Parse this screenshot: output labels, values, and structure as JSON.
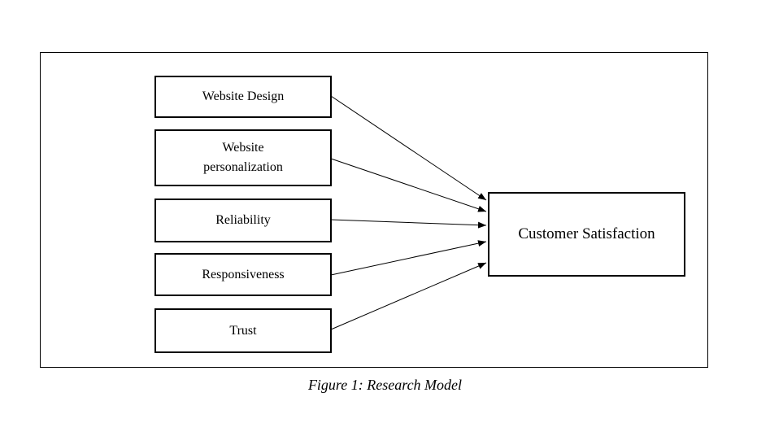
{
  "diagram": {
    "factors": [
      {
        "id": "website-design",
        "label": "Website Design"
      },
      {
        "id": "website-personalization",
        "label": "Website\npersonalization"
      },
      {
        "id": "reliability",
        "label": "Reliability"
      },
      {
        "id": "responsiveness",
        "label": "Responsiveness"
      },
      {
        "id": "trust",
        "label": "Trust"
      }
    ],
    "target": {
      "label": "Customer Satisfaction"
    },
    "edges": [
      {
        "from": "website-design",
        "to": "customer-satisfaction"
      },
      {
        "from": "website-personalization",
        "to": "customer-satisfaction"
      },
      {
        "from": "reliability",
        "to": "customer-satisfaction"
      },
      {
        "from": "responsiveness",
        "to": "customer-satisfaction"
      },
      {
        "from": "trust",
        "to": "customer-satisfaction"
      }
    ]
  },
  "caption": "Figure 1: Research Model",
  "colors": {
    "stroke": "#000000",
    "background": "#ffffff"
  }
}
